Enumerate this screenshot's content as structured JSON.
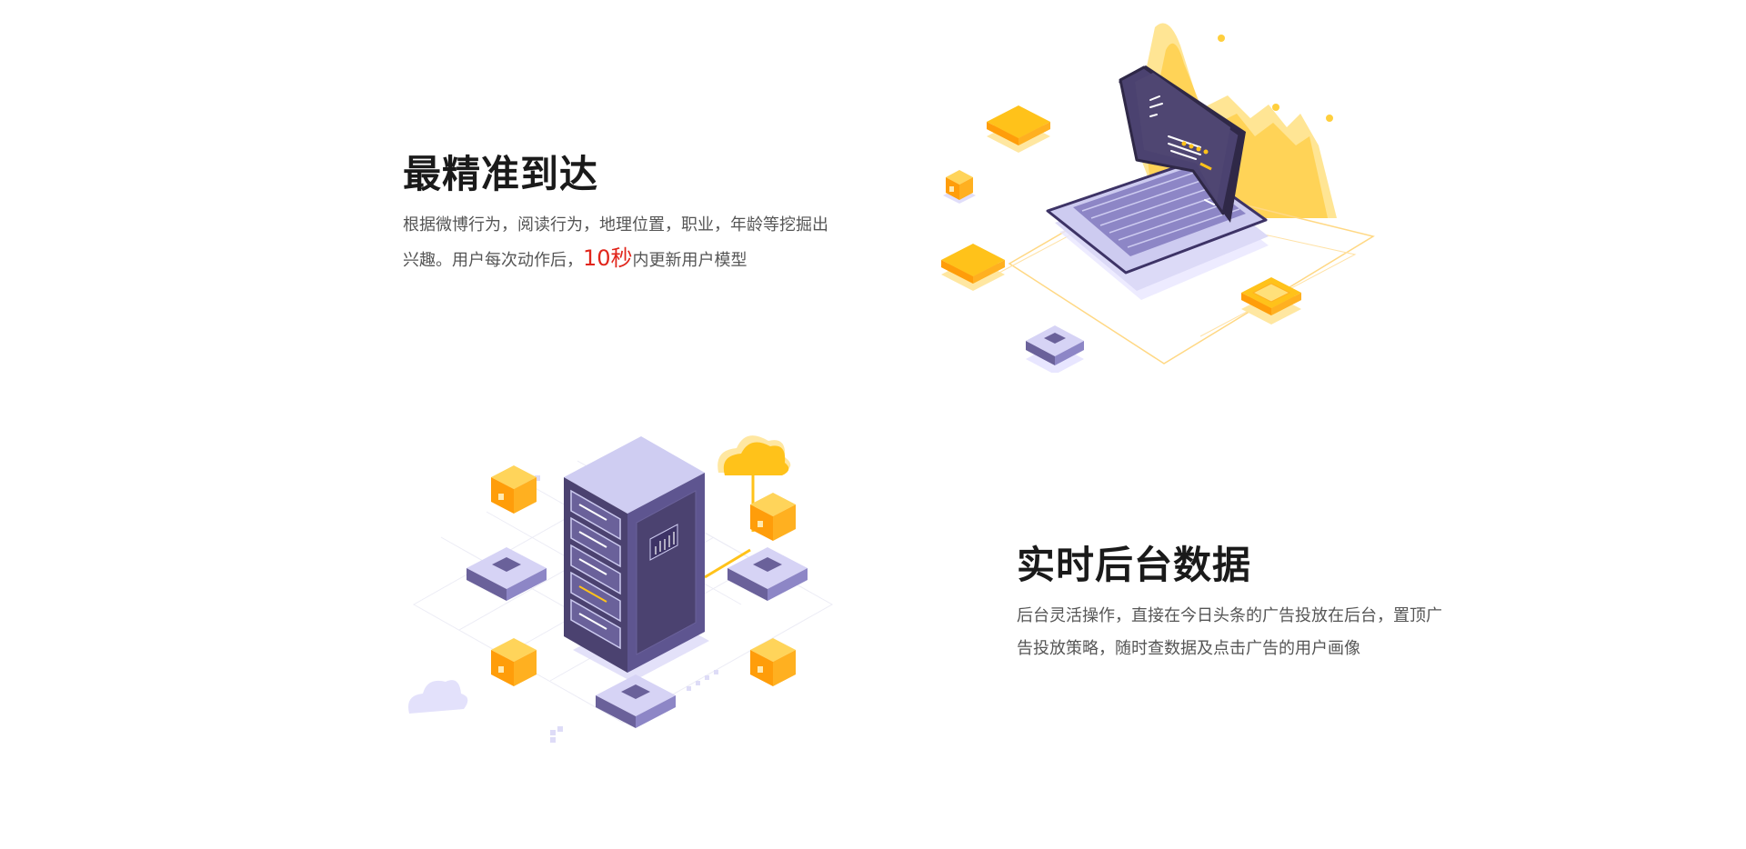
{
  "sections": [
    {
      "title": "最精准到达",
      "description_before": "根据微博行为，阅读行为，地理位置，职业，年龄等挖掘出兴趣。用户每次动作后，",
      "highlight": "10秒",
      "description_after": "内更新用户模型",
      "illustration": "laptop-analytics-illustration"
    },
    {
      "title": "实时后台数据",
      "description": "后台灵活操作，直接在今日头条的广告投放在后台，置顶广告投放策略，随时查数据及点击广告的用户画像",
      "illustration": "server-rack-illustration"
    }
  ],
  "colors": {
    "title": "#1a1a1a",
    "text": "#555555",
    "highlight": "#e1251b",
    "accent_yellow": "#ffc21a",
    "accent_orange": "#ff9d0a",
    "accent_purple": "#3d3366"
  }
}
